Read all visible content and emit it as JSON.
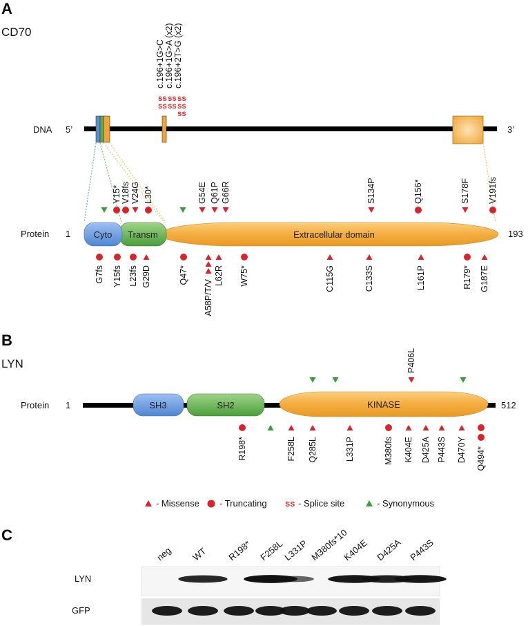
{
  "colors": {
    "missense": "#d9242c",
    "truncating": "#d9242c",
    "splice": "#e03030",
    "synonymous": "#3a9d3a",
    "cyto": "#5a8fd6",
    "transm": "#5bab4a",
    "extracellular": "#f0a534",
    "sh3": "#5a8fd6",
    "sh2": "#5bab4a",
    "kinase": "#f0a534"
  },
  "panel_a": {
    "letter": "A",
    "gene": "CD70",
    "dna_label": "DNA",
    "dna_5": "5’",
    "dna_3": "3’",
    "protein_label": "Protein",
    "protein_start": "1",
    "protein_end": "193",
    "domains": {
      "cyto": "Cyto",
      "transm": "Transm",
      "extracellular": "Extracellular domain"
    },
    "splice_mutations": [
      "c.196+1G>C",
      "c.196+1G>A (x2)",
      "c.196+2T>G (x2)"
    ],
    "splice_marker": "ss",
    "mutations_above": [
      {
        "label": "",
        "type": "synonymous"
      },
      {
        "label": "Y15*",
        "type": "truncating"
      },
      {
        "label": "V18fs",
        "type": "truncating"
      },
      {
        "label": "V24G",
        "type": "missense"
      },
      {
        "label": "L30*",
        "type": "truncating"
      },
      {
        "label": "",
        "type": "synonymous"
      },
      {
        "label": "G54E",
        "type": "missense"
      },
      {
        "label": "Q61P",
        "type": "missense"
      },
      {
        "label": "G66R",
        "type": "missense"
      },
      {
        "label": "S134P",
        "type": "missense"
      },
      {
        "label": "Q156*",
        "type": "truncating"
      },
      {
        "label": "S178F",
        "type": "missense"
      },
      {
        "label": "V191fs",
        "type": "truncating"
      }
    ],
    "mutations_below": [
      {
        "label": "G7fs",
        "type": "truncating",
        "count": 1
      },
      {
        "label": "Y15fs",
        "type": "truncating",
        "count": 1
      },
      {
        "label": "L23fs",
        "type": "truncating",
        "count": 1
      },
      {
        "label": "G29D",
        "type": "missense",
        "count": 1
      },
      {
        "label": "Q47*",
        "type": "truncating",
        "count": 1
      },
      {
        "label": "A58P/T/V",
        "type": "missense",
        "count": 3
      },
      {
        "label": "L62R",
        "type": "missense",
        "count": 1
      },
      {
        "label": "W75*",
        "type": "truncating",
        "count": 1
      },
      {
        "label": "C115G",
        "type": "missense",
        "count": 1
      },
      {
        "label": "C133S",
        "type": "missense",
        "count": 1
      },
      {
        "label": "L161P",
        "type": "missense",
        "count": 1
      },
      {
        "label": "R179*",
        "type": "truncating",
        "count": 1
      },
      {
        "label": "G187E",
        "type": "missense",
        "count": 1
      }
    ]
  },
  "panel_b": {
    "letter": "B",
    "gene": "LYN",
    "protein_label": "Protein",
    "protein_start": "1",
    "protein_end": "512",
    "domains": {
      "sh3": "SH3",
      "sh2": "SH2",
      "kinase": "KINASE"
    },
    "mutations_above": [
      {
        "label": "",
        "type": "synonymous"
      },
      {
        "label": "",
        "type": "synonymous"
      },
      {
        "label": "P406L",
        "type": "missense"
      },
      {
        "label": "",
        "type": "synonymous"
      }
    ],
    "mutations_below": [
      {
        "label": "R198*",
        "type": "truncating",
        "count": 1
      },
      {
        "label": "",
        "type": "synonymous",
        "count": 1
      },
      {
        "label": "F258L",
        "type": "missense",
        "count": 1
      },
      {
        "label": "Q285L",
        "type": "missense",
        "count": 1
      },
      {
        "label": "L331P",
        "type": "missense",
        "count": 1
      },
      {
        "label": "M380fs",
        "type": "truncating",
        "count": 1
      },
      {
        "label": "K404E",
        "type": "missense",
        "count": 1
      },
      {
        "label": "D425A",
        "type": "missense",
        "count": 1
      },
      {
        "label": "P443S",
        "type": "missense",
        "count": 1
      },
      {
        "label": "D470Y",
        "type": "missense",
        "count": 1
      },
      {
        "label": "Q494*",
        "type": "truncating",
        "count": 2
      }
    ]
  },
  "legend": {
    "missense": "- Missense",
    "truncating": "- Truncating",
    "splice_symbol": "ss",
    "splice": "- Splice site",
    "synonymous": "- Synonymous"
  },
  "panel_c": {
    "letter": "C",
    "lanes": [
      "neg",
      "WT",
      "R198*",
      "F258L",
      "L331P",
      "M380fs*10",
      "K404E",
      "D425A",
      "P443S"
    ],
    "rows": [
      "LYN",
      "GFP"
    ],
    "lyn_band_intensity": [
      0,
      0.8,
      0,
      0.95,
      0.45,
      0,
      0.9,
      0.85,
      0.9
    ],
    "gfp_band_intensity": [
      0.95,
      0.95,
      0.95,
      0.95,
      0.95,
      0.95,
      0.95,
      0.95,
      0.95
    ]
  }
}
